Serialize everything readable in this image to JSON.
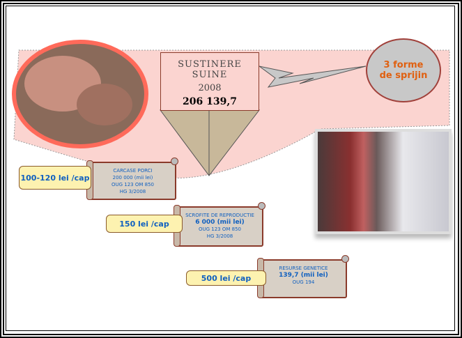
{
  "title_box": {
    "line1": "SUSTINERE SUINE",
    "line2": "2008",
    "amount": "206 139,7"
  },
  "support_forms": {
    "line1": "3 forme",
    "line2": "de sprijin"
  },
  "measures": [
    {
      "name": "CARCASE PORCI",
      "amount": "200 000 (mii lei)",
      "ref1": "OUG 123 OM 850",
      "ref2": "HG 3/2008",
      "rate": "100-120 lei /cap"
    },
    {
      "name": "SCROFITE DE REPRODUCTIE",
      "amount": "6 000 (mii lei)",
      "ref1": "OUG 123 OM 850",
      "ref2": "HG 3/2008",
      "rate": "150 lei /cap"
    },
    {
      "name": "RESURSE GENETICE",
      "amount": "139,7 (mii lei)",
      "ref1": "OUG 194",
      "rate": "500 lei /cap"
    }
  ],
  "colors": {
    "band": "#fbd4d0",
    "triangle": "#c8b89a",
    "accent_text": "#1060c0",
    "orange": "#e06010"
  }
}
